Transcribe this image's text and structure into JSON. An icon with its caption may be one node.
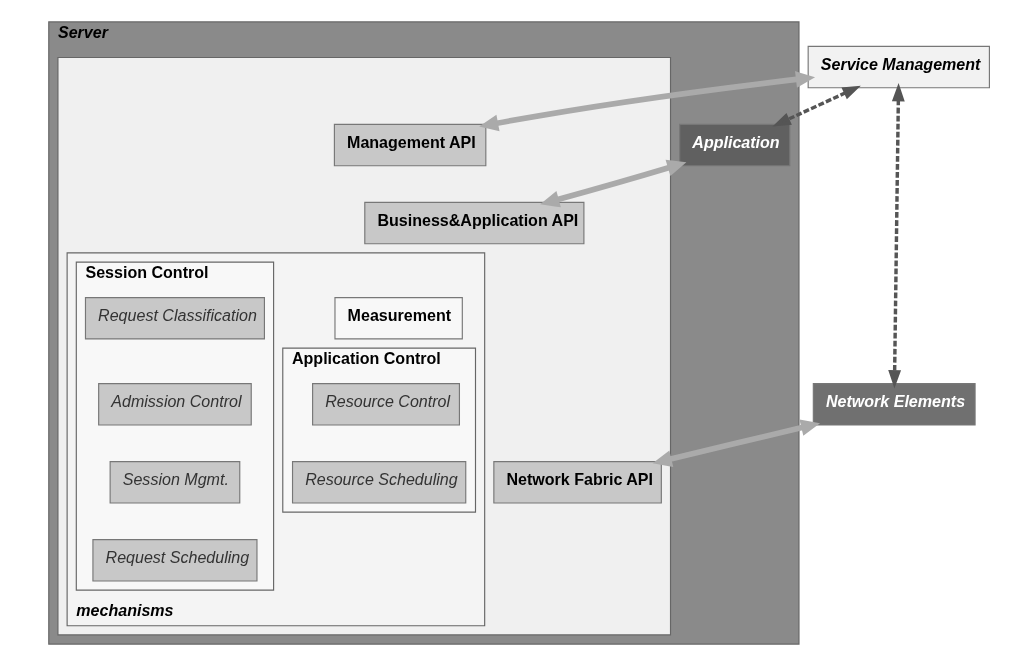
{
  "diagram": {
    "nodes": [
      {
        "text": [
          "Service Management"
        ]
      },
      {
        "text": [
          "Server"
        ]
      },
      {
        "text": [
          "Application"
        ],
        "in": 1
      },
      {
        "text": [],
        "shape": "box",
        "in": 1
      },
      {
        "text": [
          "Management API"
        ],
        "in": 3
      },
      {
        "text": [
          "Business&Application API"
        ],
        "in": 3
      },
      {
        "text": [
          "Network Fabric API"
        ],
        "in": 3
      },
      {
        "text": [
          "mechanisms"
        ],
        "in": 3
      },
      {
        "text": [
          "Session Control"
        ],
        "in": 7
      },
      {
        "text": [
          "Request Classification"
        ],
        "in": 8
      },
      {
        "text": [
          "Admission Control"
        ],
        "in": 8
      },
      {
        "text": [
          "Session Mgmt."
        ],
        "in": 8
      },
      {
        "text": [
          "Request Scheduling"
        ],
        "in": 8
      },
      {
        "text": [
          "Measurement"
        ],
        "in": 7
      },
      {
        "text": [
          "Application Control"
        ],
        "in": 7
      },
      {
        "text": [
          "Resource Control"
        ],
        "in": 14
      },
      {
        "text": [
          "Resource Scheduling"
        ],
        "in": 14
      },
      {
        "text": [
          "Network Elements"
        ]
      }
    ],
    "edges": [
      {
        "from": 0,
        "to": 4,
        "arrow": "both"
      },
      {
        "from": 0,
        "to": 2,
        "arrow": "both",
        "style": "dashed"
      },
      {
        "from": 0,
        "to": 17,
        "arrow": "both",
        "style": "dashed"
      },
      {
        "from": 2,
        "to": 5,
        "arrow": "both"
      },
      {
        "from": 17,
        "to": 6,
        "arrow": "both"
      }
    ]
  }
}
